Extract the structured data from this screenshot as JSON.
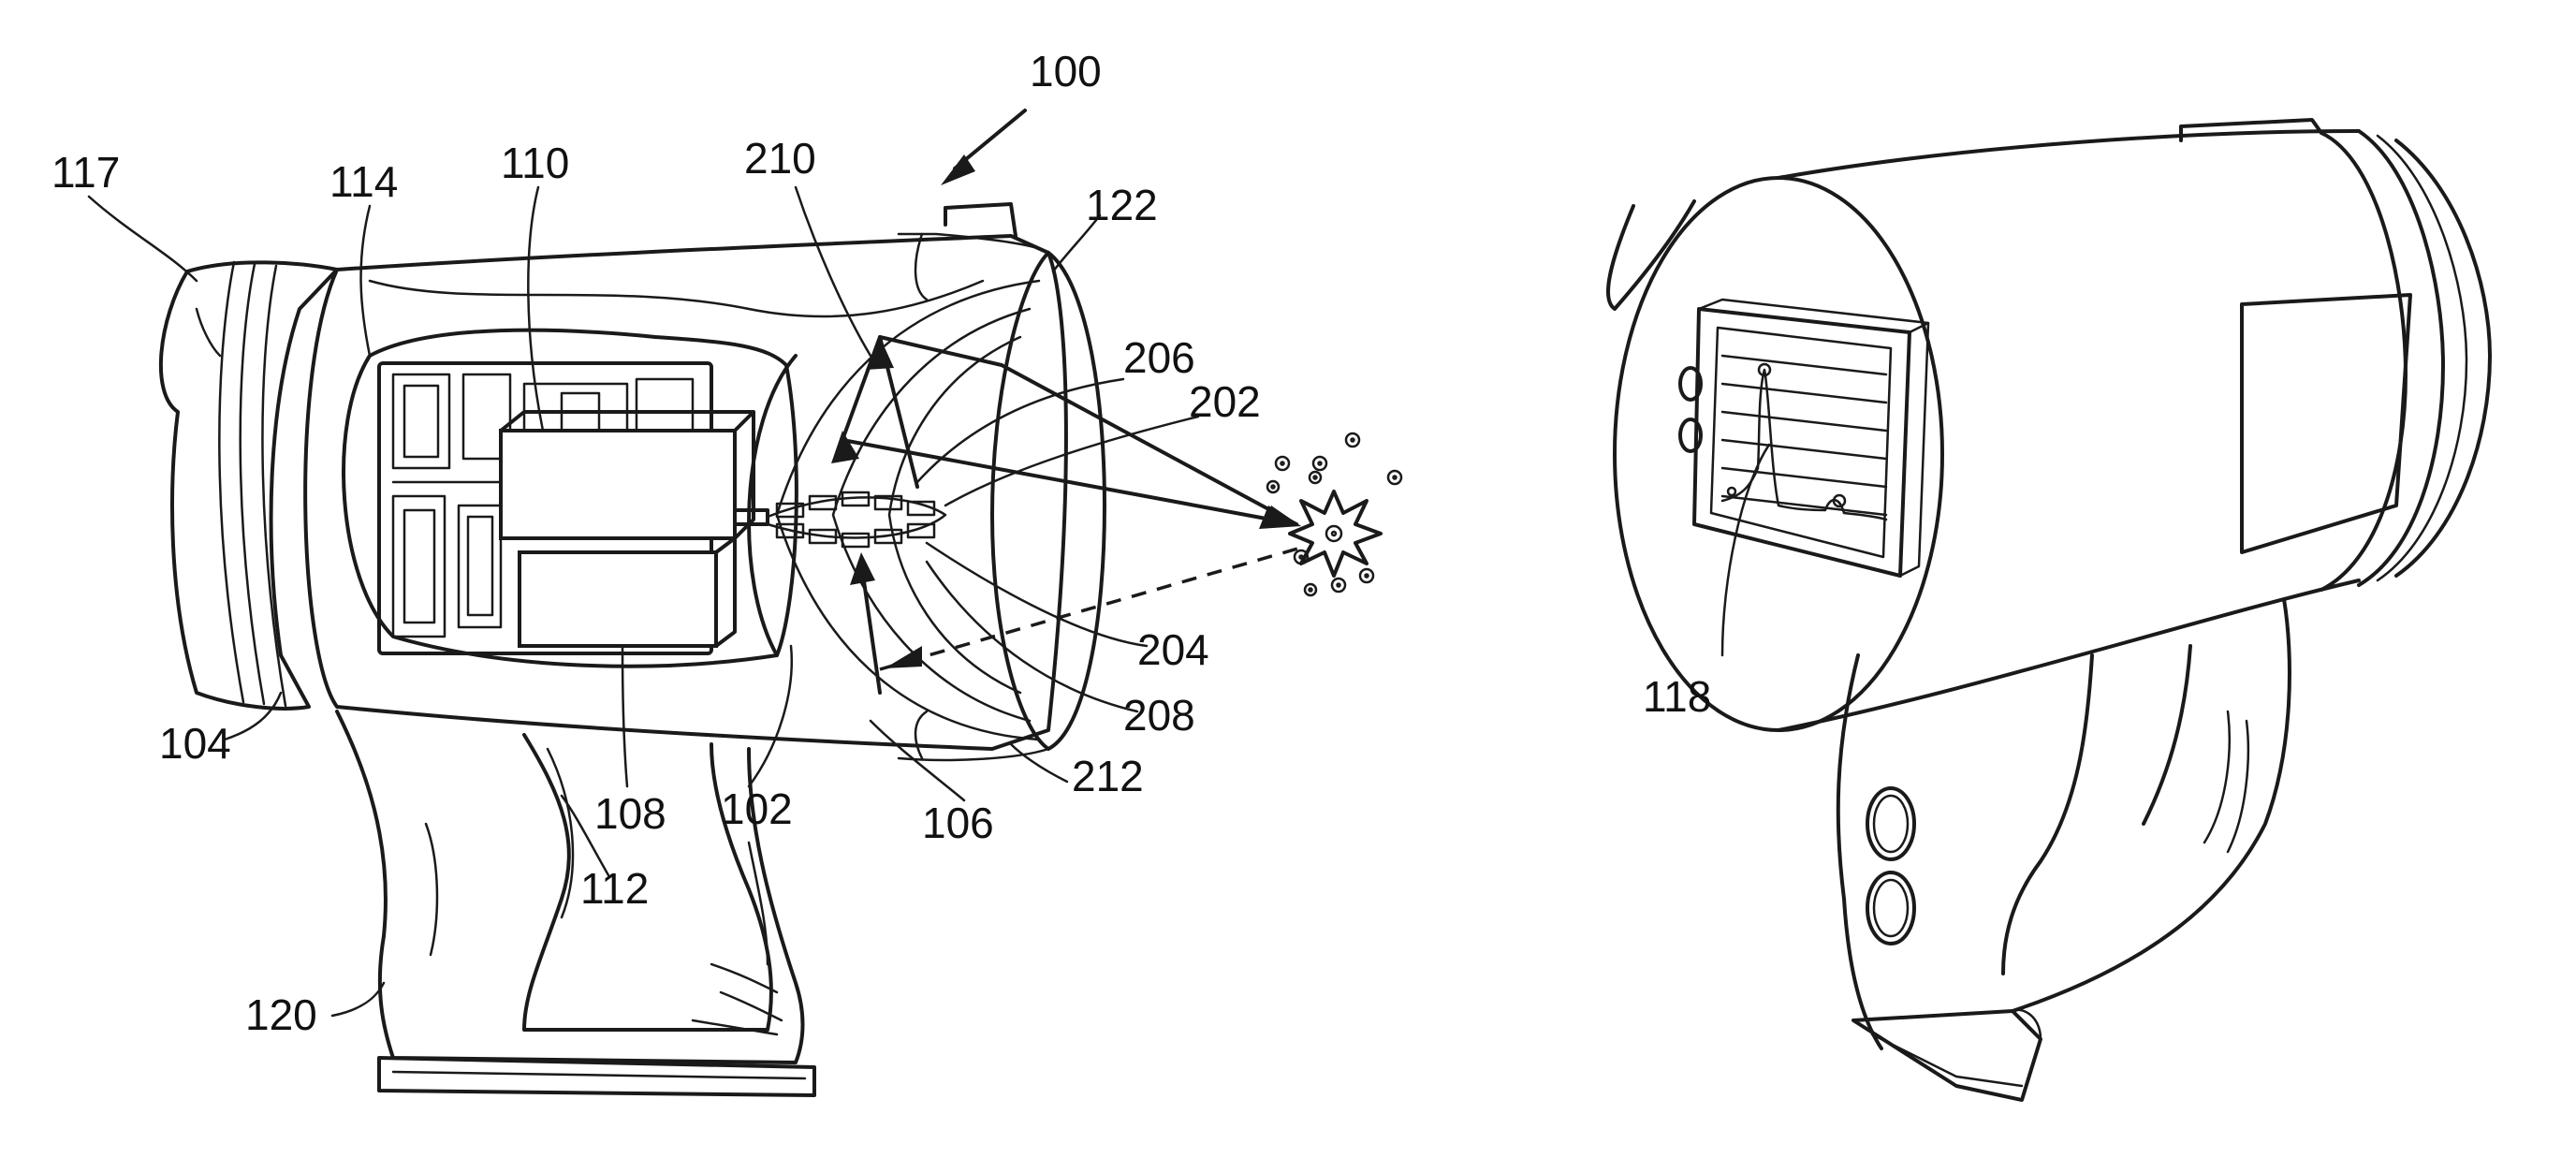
{
  "figure": {
    "reference_numerals": {
      "r100": "100",
      "r117": "117",
      "r114": "114",
      "r110": "110",
      "r210": "210",
      "r122": "122",
      "r206": "206",
      "r202": "202",
      "r204": "204",
      "r208": "208",
      "r212": "212",
      "r104": "104",
      "r108": "108",
      "r102": "102",
      "r106": "106",
      "r112": "112",
      "r120": "120",
      "r118": "118"
    }
  }
}
